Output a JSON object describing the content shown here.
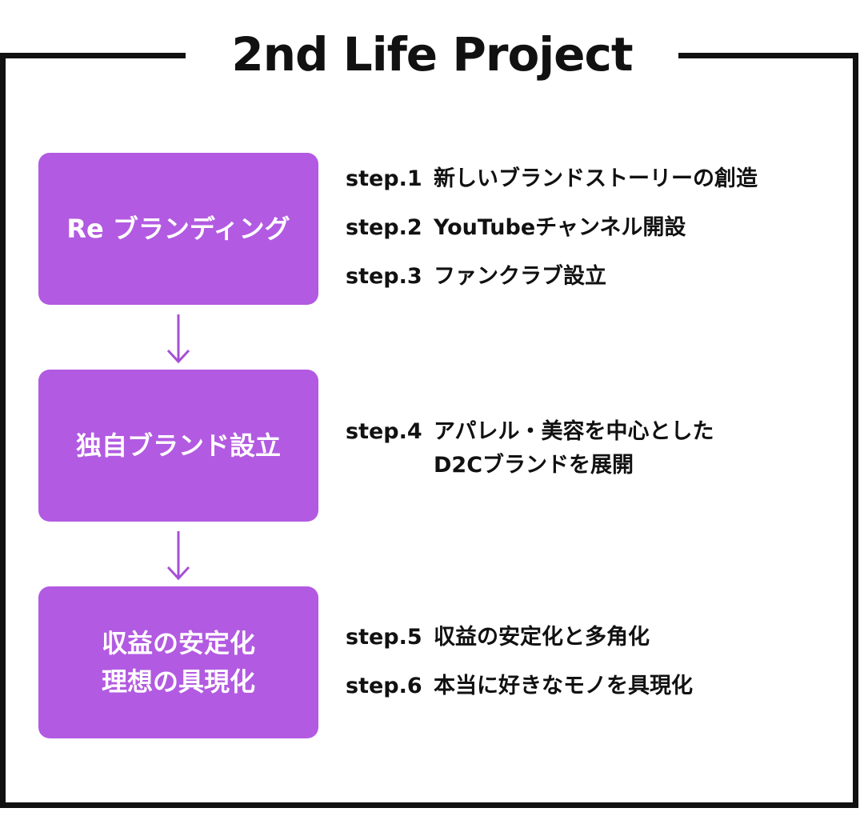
{
  "title": "2nd Life Project",
  "colors": {
    "phase_fill": "#b25ae1",
    "frame": "#111111",
    "arrow": "#a64fd6"
  },
  "phases": [
    {
      "label": "Re ブランディング"
    },
    {
      "label": "独自ブランド設立"
    },
    {
      "label": "収益の安定化\n理想の具現化"
    }
  ],
  "arrows": [
    {
      "icon": "arrow-down-icon"
    },
    {
      "icon": "arrow-down-icon"
    }
  ],
  "step_groups": [
    [
      {
        "num": "step.1",
        "text": "新しいブランドストーリーの創造"
      },
      {
        "num": "step.2",
        "text": "YouTubeチャンネル開設"
      },
      {
        "num": "step.3",
        "text": "ファンクラブ設立"
      }
    ],
    [
      {
        "num": "step.4",
        "text": "アパレル・美容を中心とした\nD2Cブランドを展開"
      }
    ],
    [
      {
        "num": "step.5",
        "text": "収益の安定化と多角化"
      },
      {
        "num": "step.6",
        "text": "本当に好きなモノを具現化"
      }
    ]
  ]
}
